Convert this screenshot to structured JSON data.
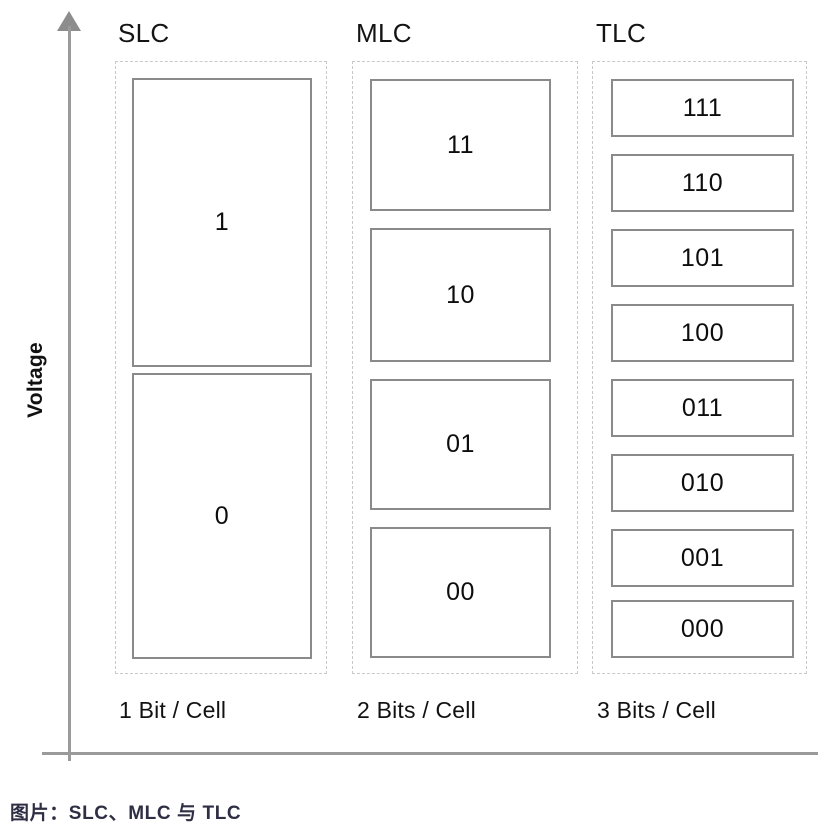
{
  "axis": {
    "y_label": "Voltage"
  },
  "columns": [
    {
      "id": "slc",
      "title": "SLC",
      "footer": "1 Bit / Cell",
      "levels": [
        "1",
        "0"
      ]
    },
    {
      "id": "mlc",
      "title": "MLC",
      "footer": "2 Bits / Cell",
      "levels": [
        "11",
        "10",
        "01",
        "00"
      ]
    },
    {
      "id": "tlc",
      "title": "TLC",
      "footer": "3 Bits / Cell",
      "levels": [
        "111",
        "110",
        "101",
        "100",
        "011",
        "010",
        "001",
        "000"
      ]
    }
  ],
  "caption": "图片：SLC、MLC 与 TLC",
  "colors": {
    "axis": "#9a9a9a",
    "cell_border": "#8a8a8a",
    "group_border": "#c9c9c9",
    "text": "#0d0d0d",
    "caption": "#2e2e44",
    "background": "#ffffff"
  }
}
